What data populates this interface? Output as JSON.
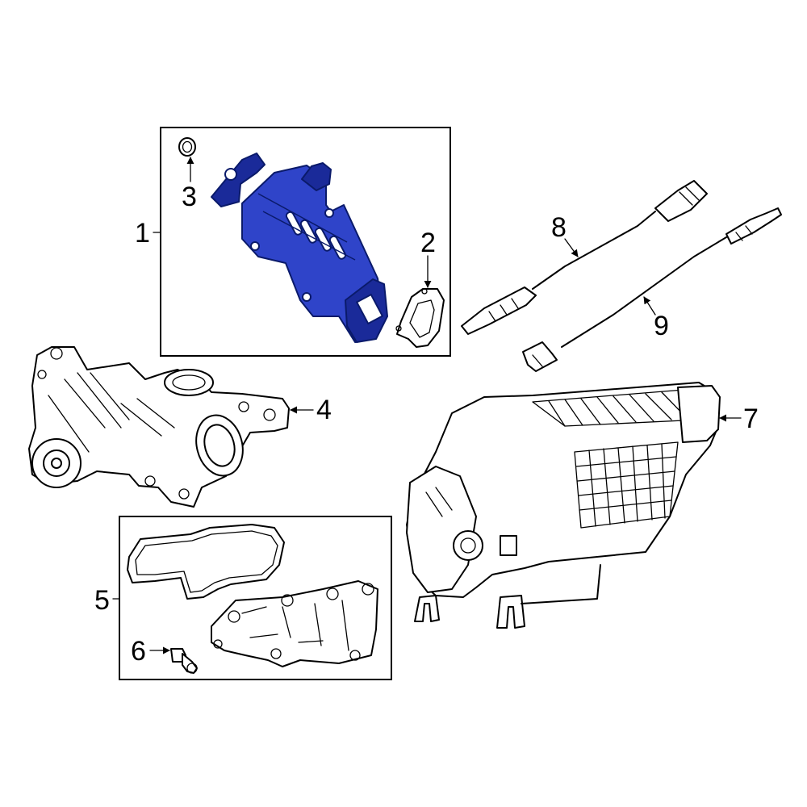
{
  "colors": {
    "highlight": "#2f44c9",
    "highlight_dark": "#1a2a99",
    "line": "#000000",
    "background": "#ffffff"
  },
  "callouts": [
    "1",
    "2",
    "3",
    "4",
    "5",
    "6",
    "7",
    "8",
    "9"
  ]
}
